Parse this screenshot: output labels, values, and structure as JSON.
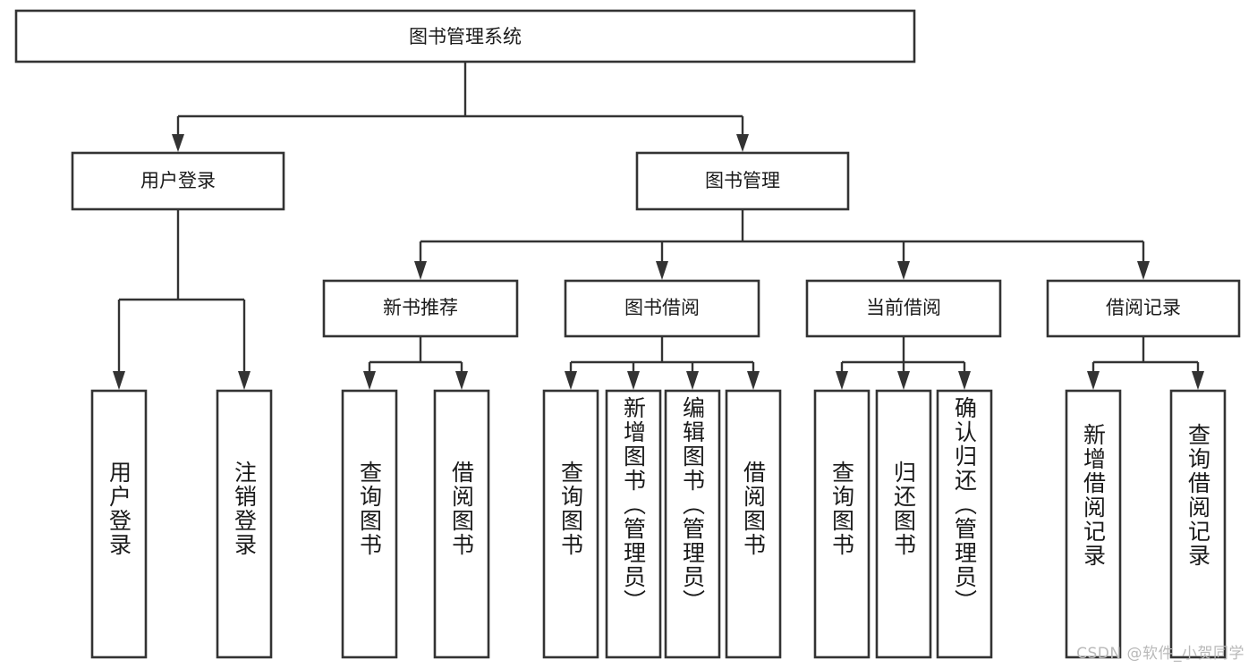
{
  "diagram": {
    "title": "图书管理系统",
    "type": "tree",
    "watermark": "CSDN @软件_小贺同学",
    "colors": {
      "box_stroke": "#333333",
      "box_fill": "#ffffff",
      "label": "#1a1a1a",
      "watermark": "#b9b9b9",
      "background": "#ffffff"
    },
    "levels": {
      "root": {
        "label": "图书管理系统"
      },
      "level2": [
        {
          "id": "user-login",
          "label": "用户登录"
        },
        {
          "id": "book-manage",
          "label": "图书管理"
        }
      ],
      "level3": [
        {
          "id": "new-book-recommend",
          "label": "新书推荐",
          "parent": "book-manage"
        },
        {
          "id": "book-borrow",
          "label": "图书借阅",
          "parent": "book-manage"
        },
        {
          "id": "current-borrow",
          "label": "当前借阅",
          "parent": "book-manage"
        },
        {
          "id": "borrow-record",
          "label": "借阅记录",
          "parent": "book-manage"
        }
      ],
      "leaves": [
        {
          "id": "leaf-user-login",
          "label": "用户登录",
          "parent": "user-login"
        },
        {
          "id": "leaf-user-logout",
          "label": "注销登录",
          "parent": "user-login"
        },
        {
          "id": "leaf-query-book-1",
          "label": "查询图书",
          "parent": "new-book-recommend"
        },
        {
          "id": "leaf-borrow-book-1",
          "label": "借阅图书",
          "parent": "new-book-recommend"
        },
        {
          "id": "leaf-query-book-2",
          "label": "查询图书",
          "parent": "book-borrow"
        },
        {
          "id": "leaf-add-book",
          "label": "新增图书（管理员）",
          "parent": "book-borrow"
        },
        {
          "id": "leaf-edit-book",
          "label": "编辑图书（管理员）",
          "parent": "book-borrow"
        },
        {
          "id": "leaf-borrow-book-2",
          "label": "借阅图书",
          "parent": "book-borrow"
        },
        {
          "id": "leaf-query-book-3",
          "label": "查询图书",
          "parent": "current-borrow"
        },
        {
          "id": "leaf-return-book",
          "label": "归还图书",
          "parent": "current-borrow"
        },
        {
          "id": "leaf-confirm-return",
          "label": "确认归还（管理员）",
          "parent": "current-borrow"
        },
        {
          "id": "leaf-add-record",
          "label": "新增借阅记录",
          "parent": "borrow-record"
        },
        {
          "id": "leaf-query-record",
          "label": "查询借阅记录",
          "parent": "borrow-record"
        }
      ]
    }
  }
}
